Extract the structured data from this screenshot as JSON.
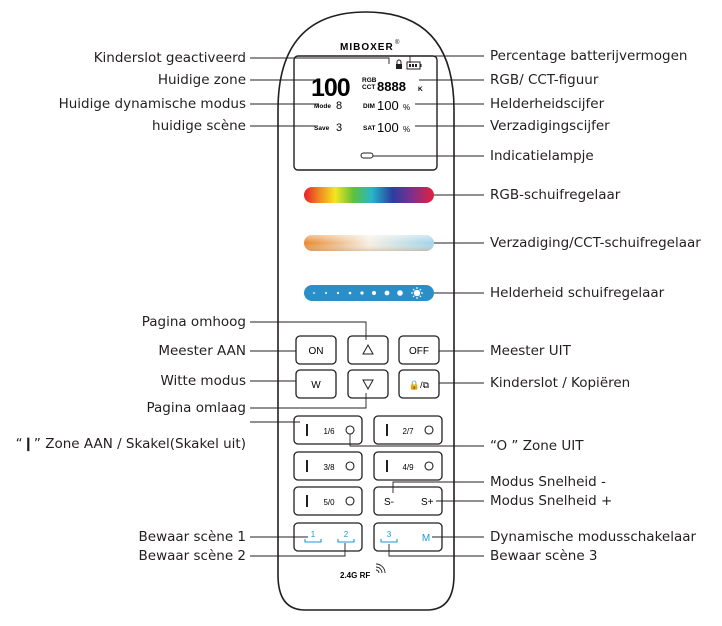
{
  "brand": "MIBOXER",
  "brand_mark": "®",
  "lcd": {
    "zone": "100",
    "rgb_tag_top": "RGB",
    "rgb_tag_bottom": "CCT",
    "rgb_value": "8888",
    "rgb_unit": "K",
    "mode_label": "Mode",
    "mode_value": "8",
    "dim_label": "DIM",
    "dim_value": "100",
    "dim_unit": "%",
    "save_label": "Save",
    "save_value": "3",
    "sat_label": "SAT",
    "sat_value": "100",
    "sat_unit": "%"
  },
  "buttons": {
    "on": "ON",
    "off": "OFF",
    "w": "W",
    "lock_copy": "🔒/⧉",
    "zone1": "1/6",
    "zone2": "2/7",
    "zone3": "3/8",
    "zone4": "4/9",
    "zone5": "5/0",
    "speed_minus": "S-",
    "speed_plus": "S+",
    "scene1": "1",
    "scene2": "2",
    "scene3": "3",
    "mode": "M"
  },
  "rf_label": "2.4G RF",
  "labels_left": {
    "child_lock": "Kinderslot geactiveerd",
    "current_zone": "Huidige zone",
    "current_dynamic_mode": "Huidige dynamische modus",
    "current_scene": "huidige scène",
    "page_up": "Pagina omhoog",
    "master_on": "Meester AAN",
    "white_mode": "Witte modus",
    "page_down": "Pagina omlaag",
    "zone_on": "“❙” Zone AAN / Skakel(Skakel uit)",
    "save_scene_1": "Bewaar scène 1",
    "save_scene_2": "Bewaar scène 2"
  },
  "labels_right": {
    "battery": "Percentage batterijvermogen",
    "rgb_cct_figure": "RGB/ CCT-figuur",
    "brightness_figure": "Helderheidscijfer",
    "saturation_figure": "Verzadigingscijfer",
    "indicator": "Indicatielampje",
    "rgb_slider": "RGB-schuifregelaar",
    "sat_cct_slider": "Verzadiging/CCT-schuifregelaar",
    "brightness_slider": "Helderheid schuifregelaar",
    "master_off": "Meester UIT",
    "child_lock_copy": "Kinderslot / Kopiëren",
    "zone_off": "“O ” Zone UIT",
    "speed_minus": "Modus Snelheid -",
    "speed_plus": "Modus Snelheid +",
    "dynamic_switch": "Dynamische modusschakelaar",
    "save_scene_3": "Bewaar scène 3"
  },
  "colors": {
    "outline": "#231f20",
    "leader": "#231f20",
    "scene_blue": "#1a9ad6",
    "brightness_slider": "#2a8ec9"
  }
}
